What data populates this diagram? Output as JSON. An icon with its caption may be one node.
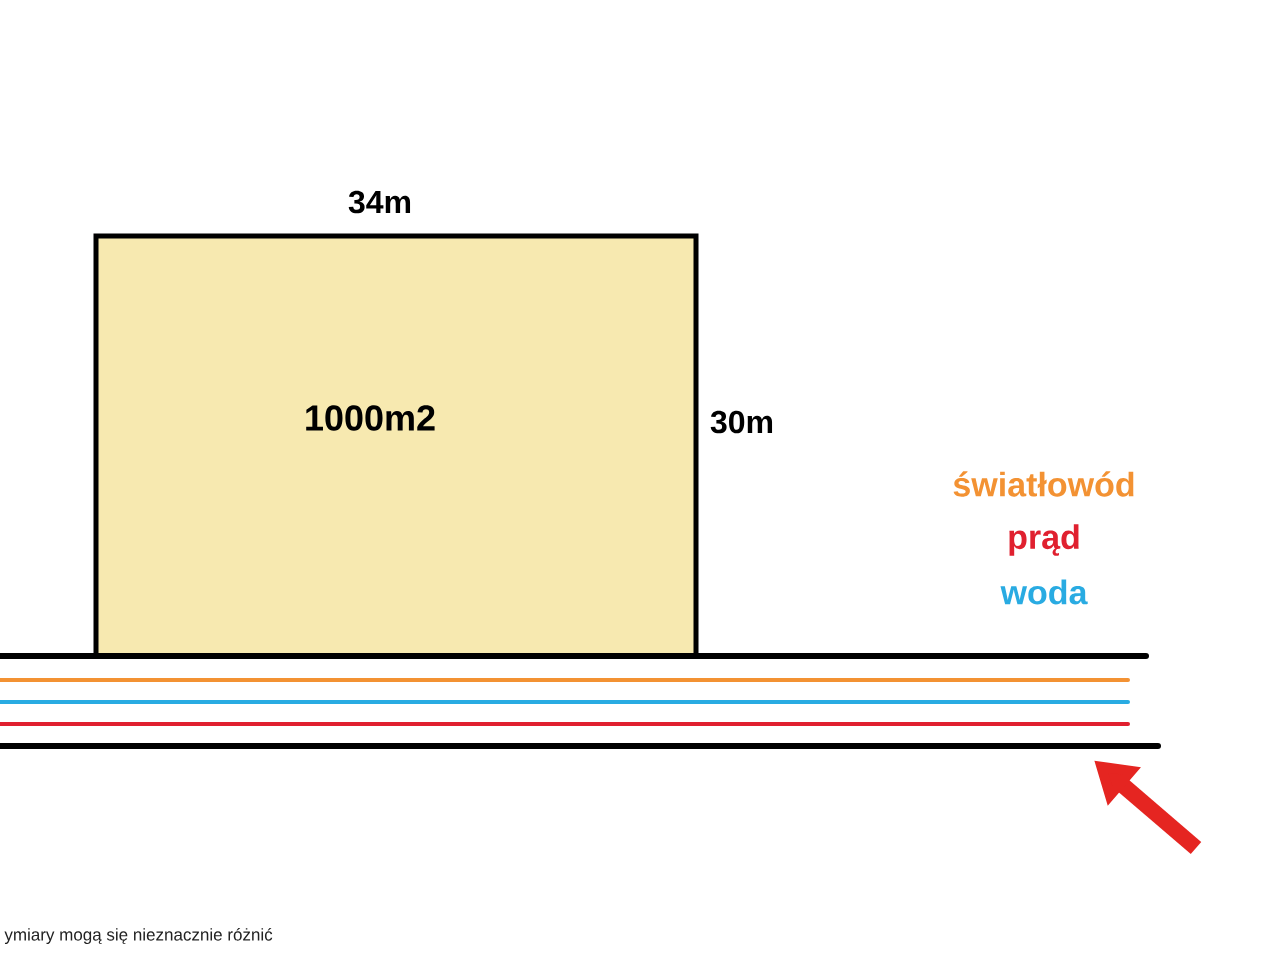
{
  "diagram": {
    "nodes": [
      {
        "text": [
          "1000m2"
        ],
        "beside": [
          "34m",
          "30m"
        ]
      },
      {
        "text": [],
        "shape": "band"
      }
    ],
    "edges": [
      {
        "from": null,
        "to": 1,
        "arrow": "to",
        "color": "#e52521"
      }
    ],
    "labels": [
      "światłowód",
      "prąd",
      "woda",
      "ymiary mogą się nieznacznie różnić"
    ]
  }
}
